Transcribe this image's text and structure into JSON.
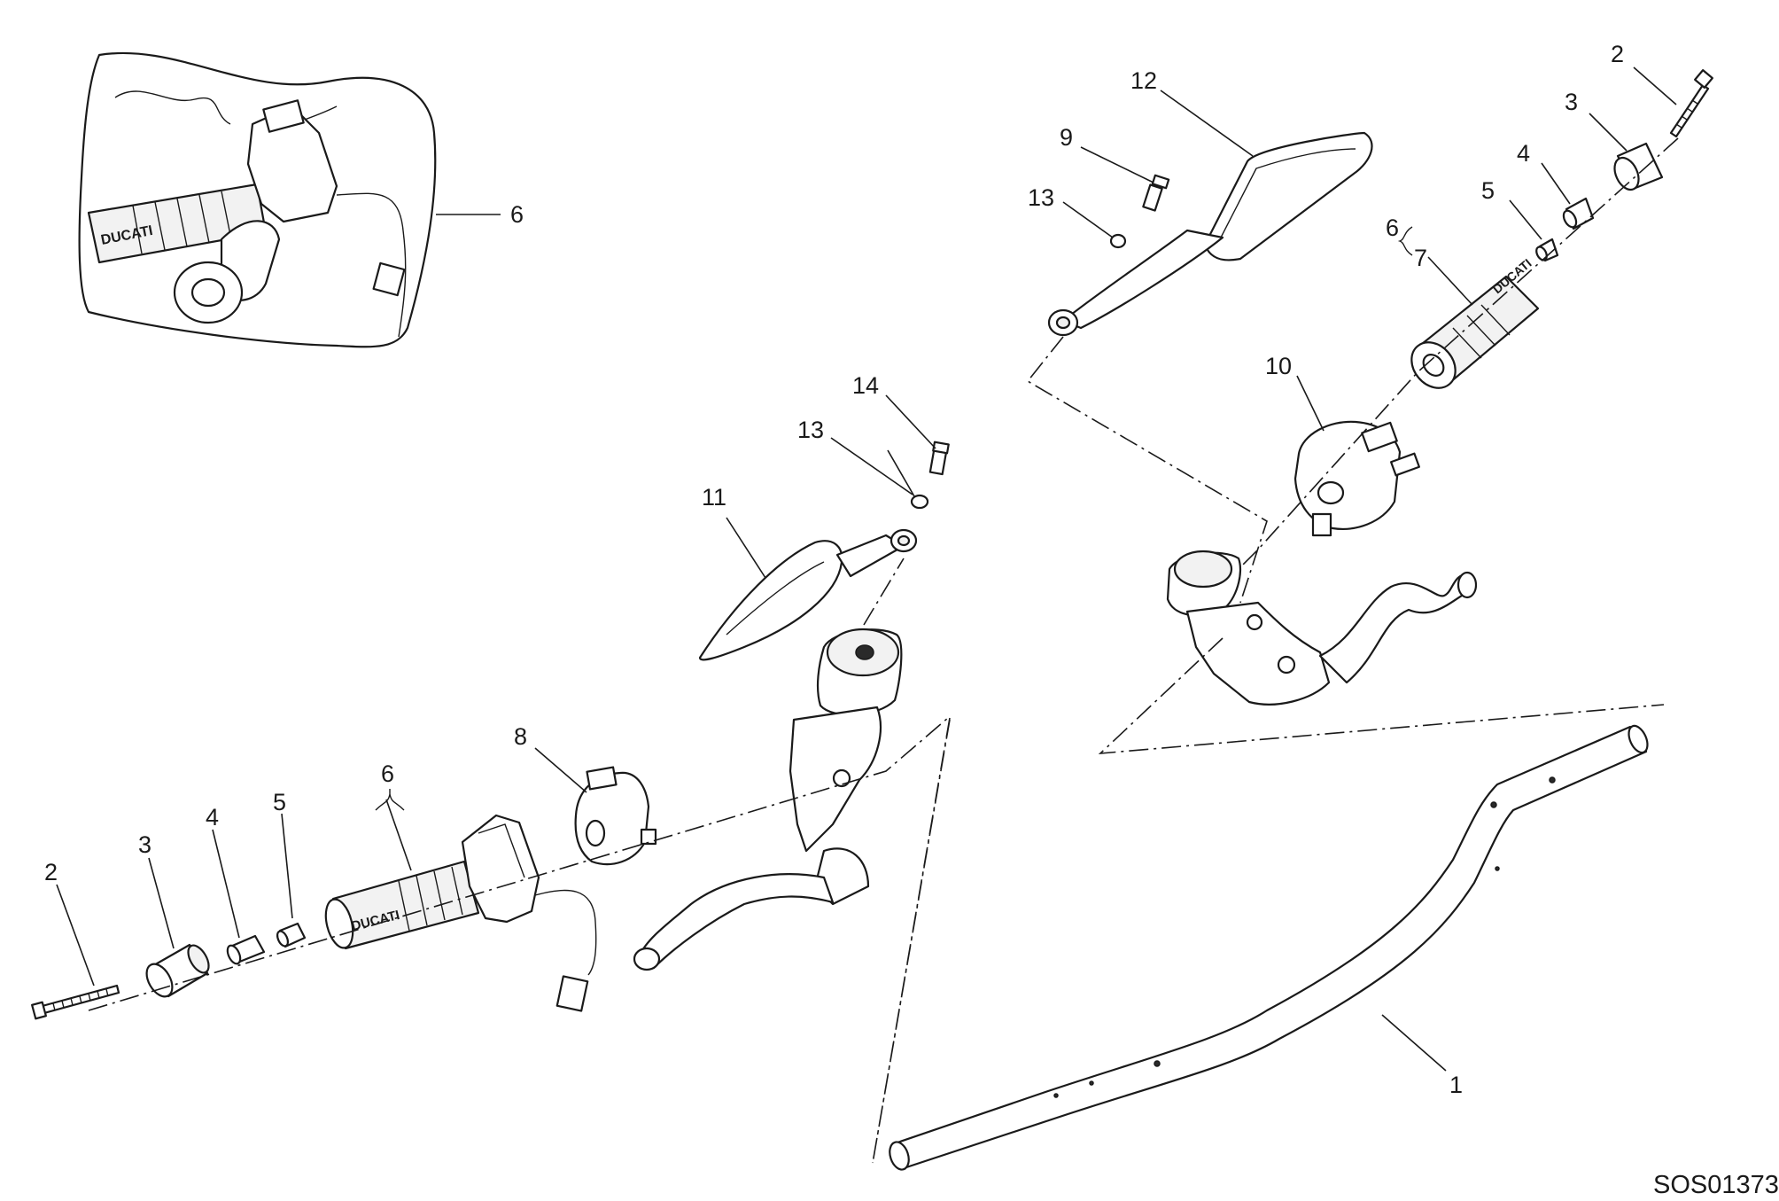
{
  "callouts": {
    "c1": "1",
    "c2_left": "2",
    "c3_left": "3",
    "c4_left": "4",
    "c5_left": "5",
    "c6_left": "6",
    "c8": "8",
    "c11": "11",
    "c13_left": "13",
    "c14": "14",
    "c12": "12",
    "c9": "9",
    "c13_right": "13",
    "c2_right": "2",
    "c3_right": "3",
    "c4_right": "4",
    "c5_right": "5",
    "c6_right": "6",
    "c7": "7",
    "c10": "10",
    "c6_inset": "6"
  },
  "grip_brand": "DUCATI",
  "drawing_code": "SOS01373",
  "colors": {
    "line": "#1a1a1a",
    "background": "#ffffff"
  }
}
